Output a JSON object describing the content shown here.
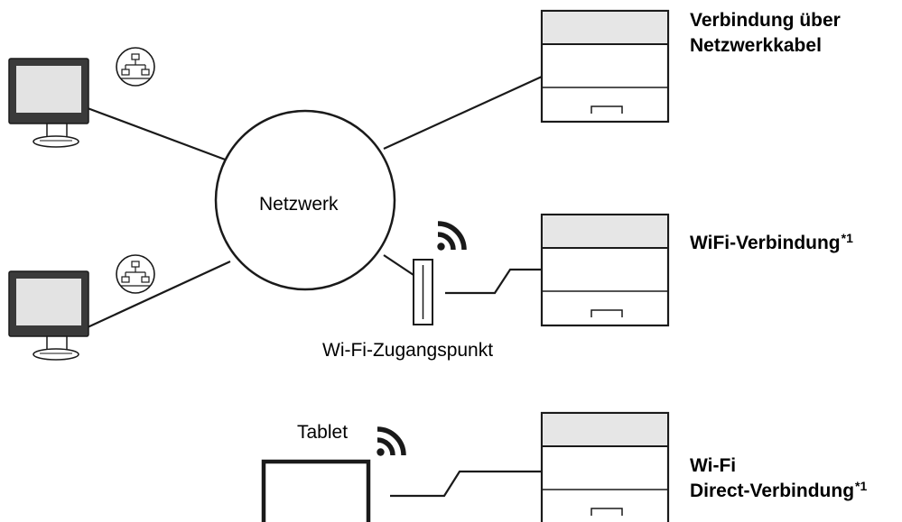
{
  "center": {
    "label": "Netzwerk"
  },
  "access_point": {
    "label": "Wi-Fi-Zugangspunkt"
  },
  "tablet": {
    "label": "Tablet"
  },
  "printers": [
    {
      "line1": "Verbindung über",
      "line2": "Netzwerkkabel",
      "footnote": ""
    },
    {
      "line1": "WiFi-Verbindung",
      "line2": "",
      "footnote": "*1"
    },
    {
      "line1": "Wi-Fi",
      "line2": "Direct-Verbindung",
      "footnote": "*1"
    }
  ],
  "icons": {
    "computer": "monitor-icon",
    "network_badge": "wired-network-icon",
    "wireless": "wifi-signal-icon",
    "printer": "printer-icon",
    "access_point": "wireless-access-point-icon",
    "tablet": "tablet-icon"
  },
  "colors": {
    "stroke": "#1a1a1a",
    "screen": "#e3e3e3",
    "monitor_body": "#3a3a3a",
    "printer_panel": "#e6e6e6"
  }
}
